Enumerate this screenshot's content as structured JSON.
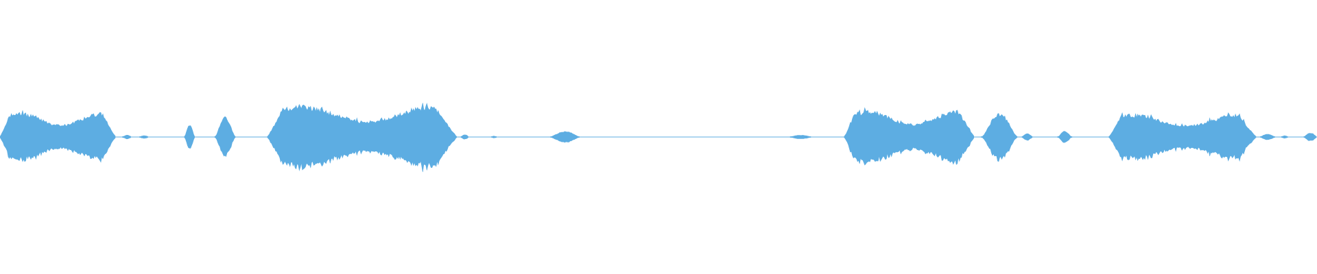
{
  "waveform": {
    "color": "#5dade2",
    "baseline_color": "#5dade2",
    "duration_fraction": 1,
    "segments": [
      {
        "start": 0.0,
        "end": 0.088,
        "peak": 0.52,
        "shape": "dense"
      },
      {
        "start": 0.093,
        "end": 0.1,
        "peak": 0.04,
        "shape": "blip"
      },
      {
        "start": 0.106,
        "end": 0.113,
        "peak": 0.03,
        "shape": "blip"
      },
      {
        "start": 0.14,
        "end": 0.148,
        "peak": 0.28,
        "shape": "burst"
      },
      {
        "start": 0.163,
        "end": 0.179,
        "peak": 0.44,
        "shape": "burst"
      },
      {
        "start": 0.203,
        "end": 0.347,
        "peak": 0.68,
        "shape": "dense"
      },
      {
        "start": 0.35,
        "end": 0.356,
        "peak": 0.05,
        "shape": "blip"
      },
      {
        "start": 0.373,
        "end": 0.377,
        "peak": 0.02,
        "shape": "blip"
      },
      {
        "start": 0.418,
        "end": 0.44,
        "peak": 0.12,
        "shape": "swell"
      },
      {
        "start": 0.6,
        "end": 0.616,
        "peak": 0.04,
        "shape": "blip"
      },
      {
        "start": 0.641,
        "end": 0.74,
        "peak": 0.56,
        "shape": "dense"
      },
      {
        "start": 0.745,
        "end": 0.773,
        "peak": 0.52,
        "shape": "burst"
      },
      {
        "start": 0.776,
        "end": 0.784,
        "peak": 0.07,
        "shape": "blip"
      },
      {
        "start": 0.803,
        "end": 0.814,
        "peak": 0.13,
        "shape": "burst"
      },
      {
        "start": 0.842,
        "end": 0.954,
        "peak": 0.49,
        "shape": "dense"
      },
      {
        "start": 0.957,
        "end": 0.968,
        "peak": 0.06,
        "shape": "blip"
      },
      {
        "start": 0.973,
        "end": 0.978,
        "peak": 0.03,
        "shape": "blip"
      },
      {
        "start": 0.99,
        "end": 1.0,
        "peak": 0.09,
        "shape": "swell"
      }
    ]
  }
}
